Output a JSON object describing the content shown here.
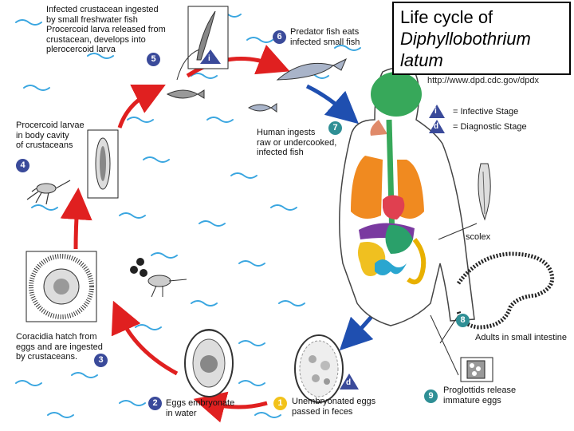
{
  "title": {
    "line1": "Life cycle of",
    "line2": "Diphyllobothrium",
    "line3": "latum"
  },
  "url": "http://www.dpd.cdc.gov/dpdx",
  "legend": {
    "infective_letter": "i",
    "infective_text": "= Infective Stage",
    "diagnostic_letter": "d",
    "diagnostic_text": "= Diagnostic Stage"
  },
  "stages": [
    {
      "num": "1",
      "text": "Unembryonated eggs\npassed in feces"
    },
    {
      "num": "2",
      "text": "Eggs embryonate\nin water"
    },
    {
      "num": "3",
      "text": "Coracidia hatch from\neggs and are ingested\nby crustaceans."
    },
    {
      "num": "4",
      "text": "Procercoid larvae\nin body cavity\nof crustaceans"
    },
    {
      "num": "5",
      "text": "Infected crustacean ingested\nby small freshwater fish\nProcercoid larva released from\ncrustacean, develops into\nplerocercoid larva"
    },
    {
      "num": "6",
      "text": "Predator fish eats\ninfected small fish"
    },
    {
      "num": "7",
      "text": "Human ingests\nraw or undercooked,\ninfected fish"
    },
    {
      "num": "8",
      "text": "Adults in small intestine"
    },
    {
      "num": "9",
      "text": "Proglottids release\nimmature eggs"
    }
  ],
  "scolex_label": "scolex",
  "stage_marks": {
    "infective": "i",
    "diagnostic": "d"
  },
  "colors": {
    "cycle_arrow": "#e02020",
    "human_arrow": "#1f4fb0",
    "water": "#3aa6e0",
    "badge_blue": "#3a4a9a",
    "badge_teal": "#2f8f95",
    "badge_yellow": "#f2c21a"
  }
}
